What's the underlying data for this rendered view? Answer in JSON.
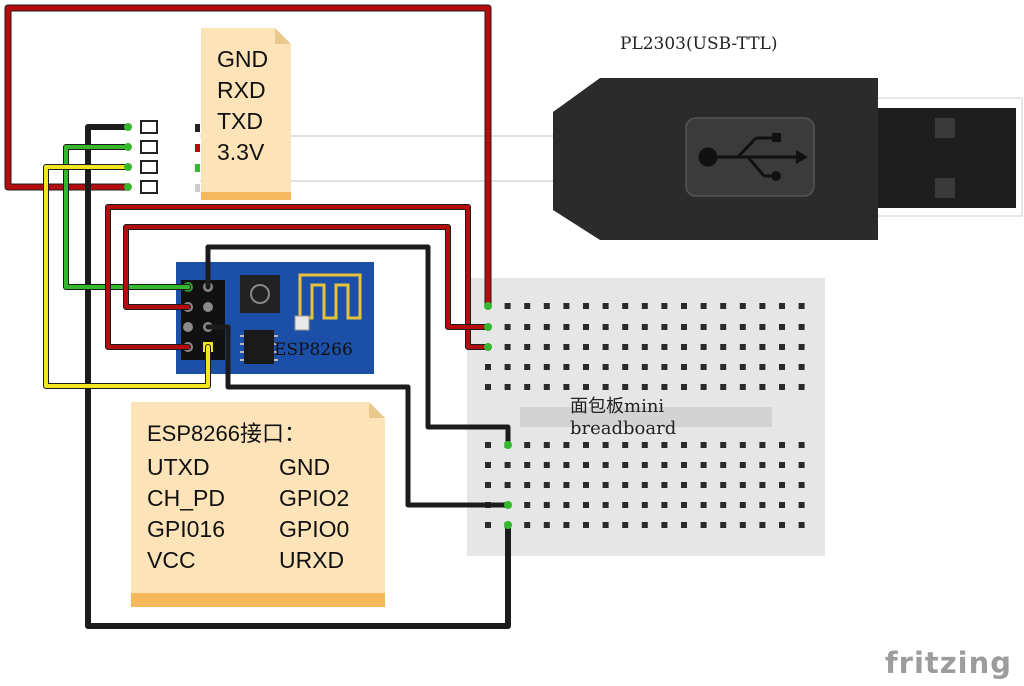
{
  "usb_module": {
    "title": "PL2303(USB-TTL)",
    "pins": [
      "GND",
      "RXD",
      "TXD",
      "3.3V"
    ]
  },
  "esp_note": {
    "title": "ESP8266接口：",
    "pins_left": [
      "UTXD",
      "CH_PD",
      "GPI016",
      "VCC"
    ],
    "pins_right": [
      "GND",
      "GPIO2",
      "GPIO0",
      "URXD"
    ]
  },
  "esp_module": {
    "label": "ESP8266"
  },
  "breadboard": {
    "label_line1": "面包板mini",
    "label_line2": "breadboard"
  },
  "brand": {
    "name": "fritzing"
  },
  "colors": {
    "wire_red": "#b50d0d",
    "wire_black": "#1c1c1c",
    "wire_green": "#36b82e",
    "wire_yellow": "#f2e621",
    "esp_board": "#1b4fa8",
    "breadboard": "#e6e6e6",
    "usb_body": "#2a2a2a",
    "note_bg": "#fde4b8",
    "note_bar": "#f5b85a"
  }
}
